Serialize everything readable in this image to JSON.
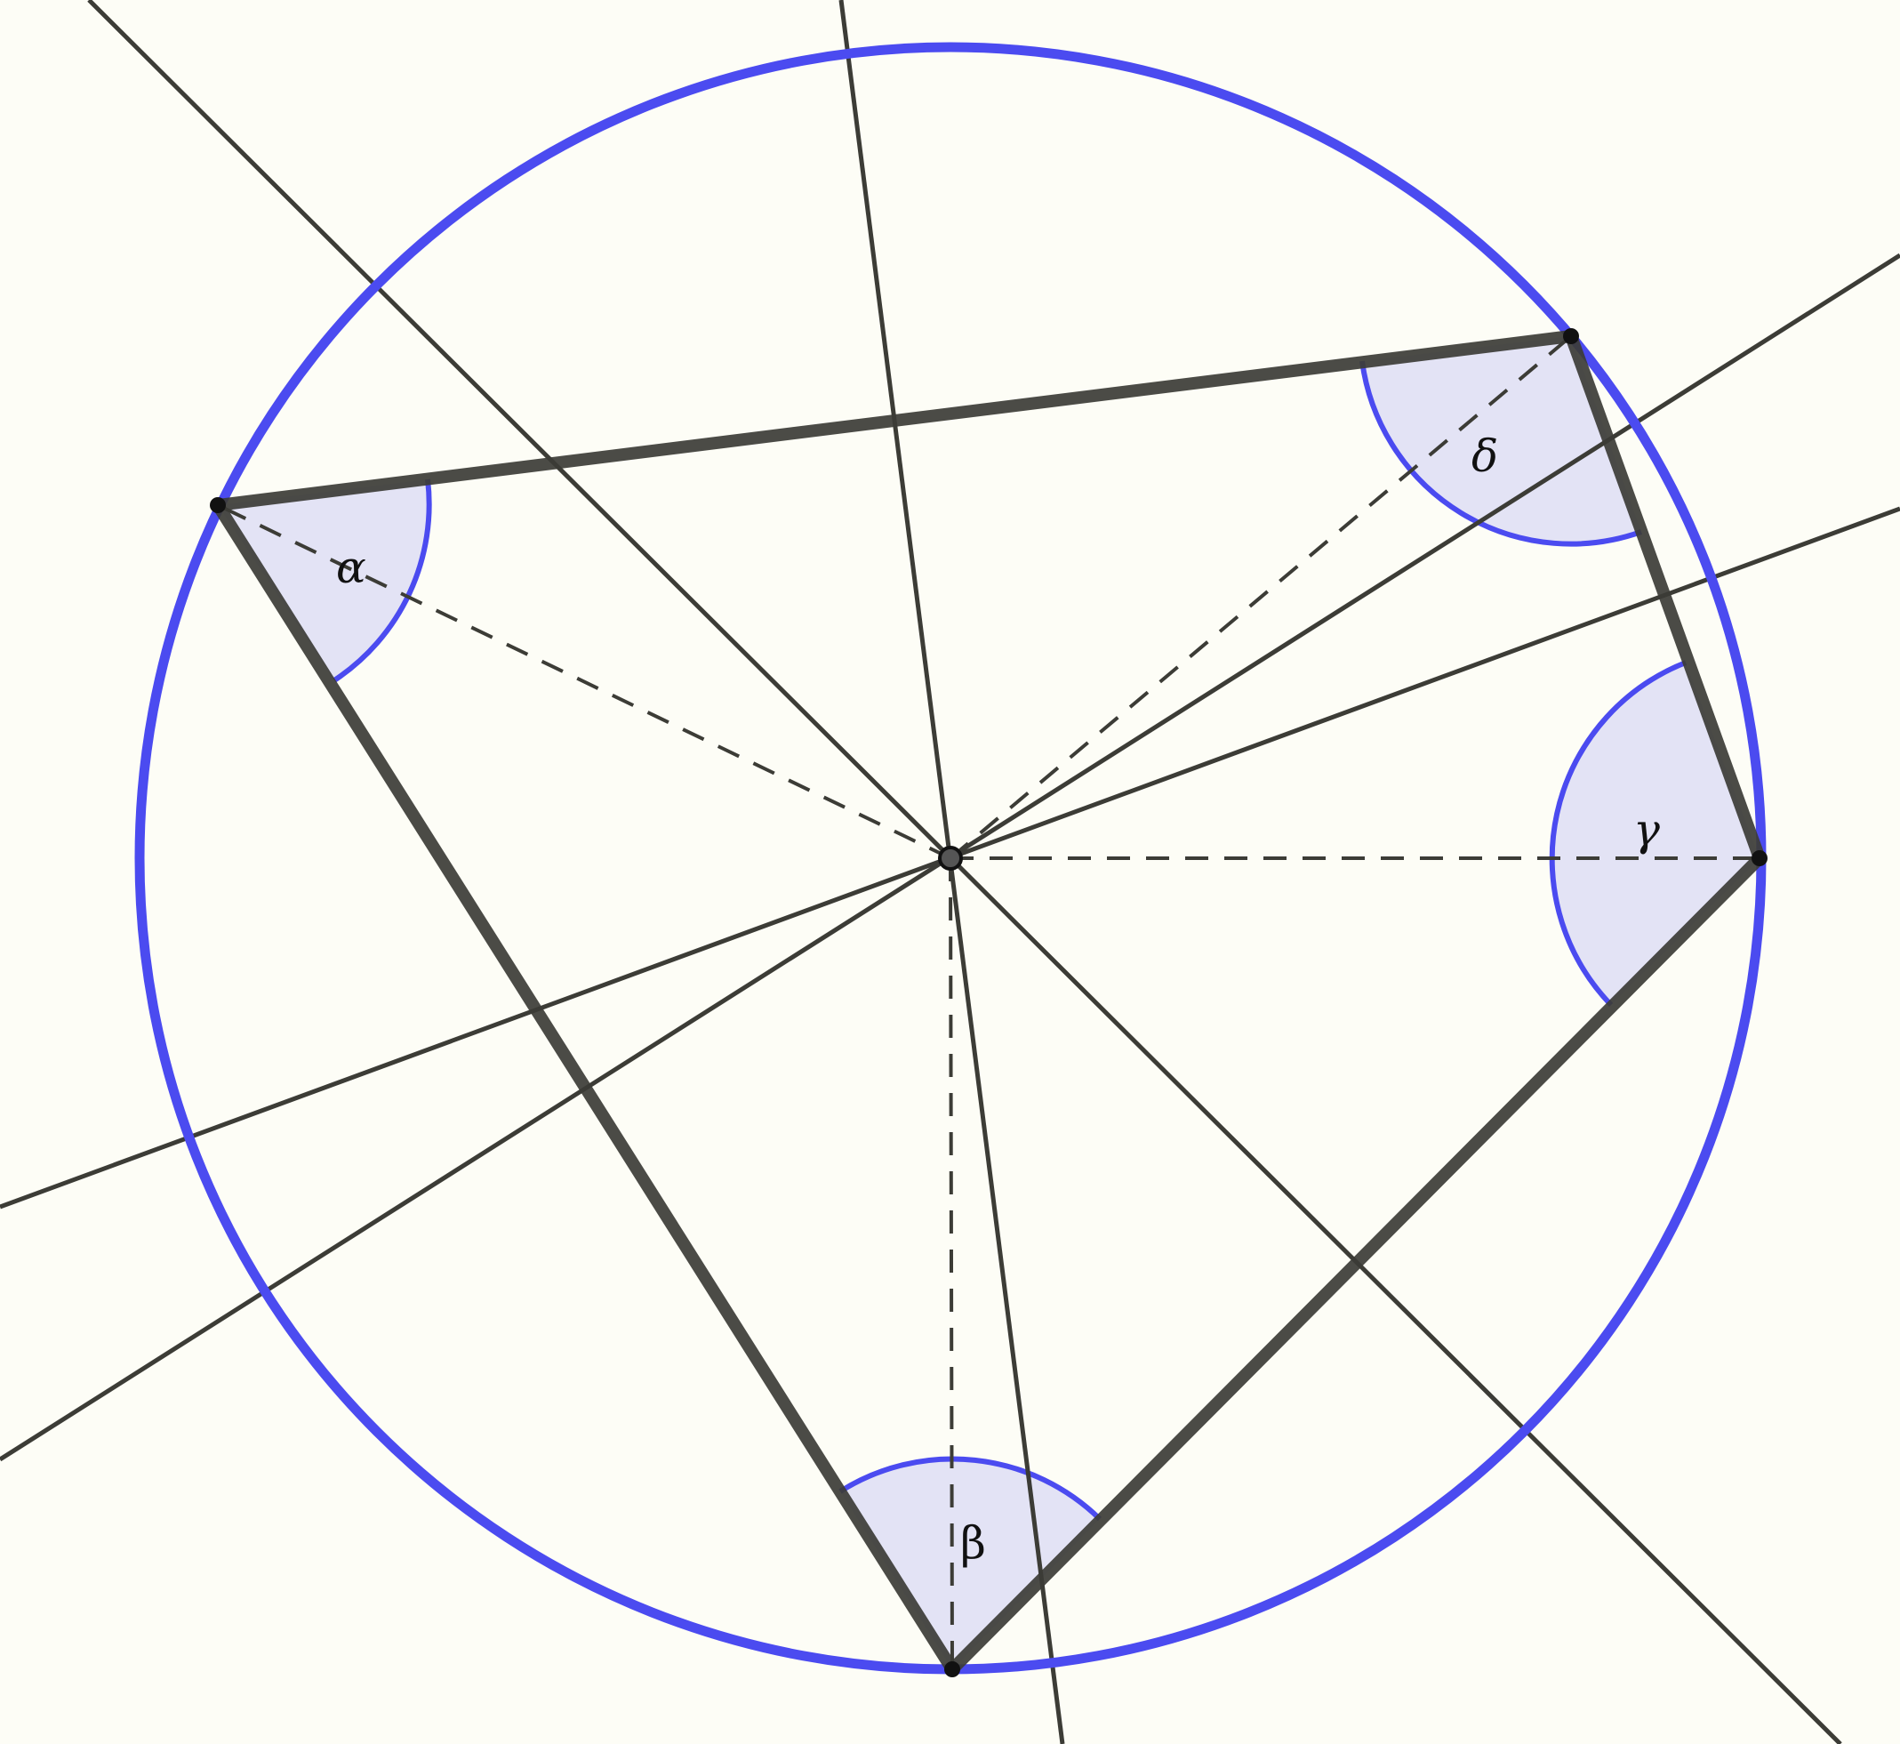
{
  "figure": {
    "background_color": "#fdfdf6",
    "circle_color": "#4b4bf0",
    "sector_fill": "#e3e3f5",
    "line_color": "#3c3c36",
    "angle_labels": {
      "alpha": "α",
      "beta": "β",
      "gamma": "γ",
      "delta": "δ"
    }
  }
}
